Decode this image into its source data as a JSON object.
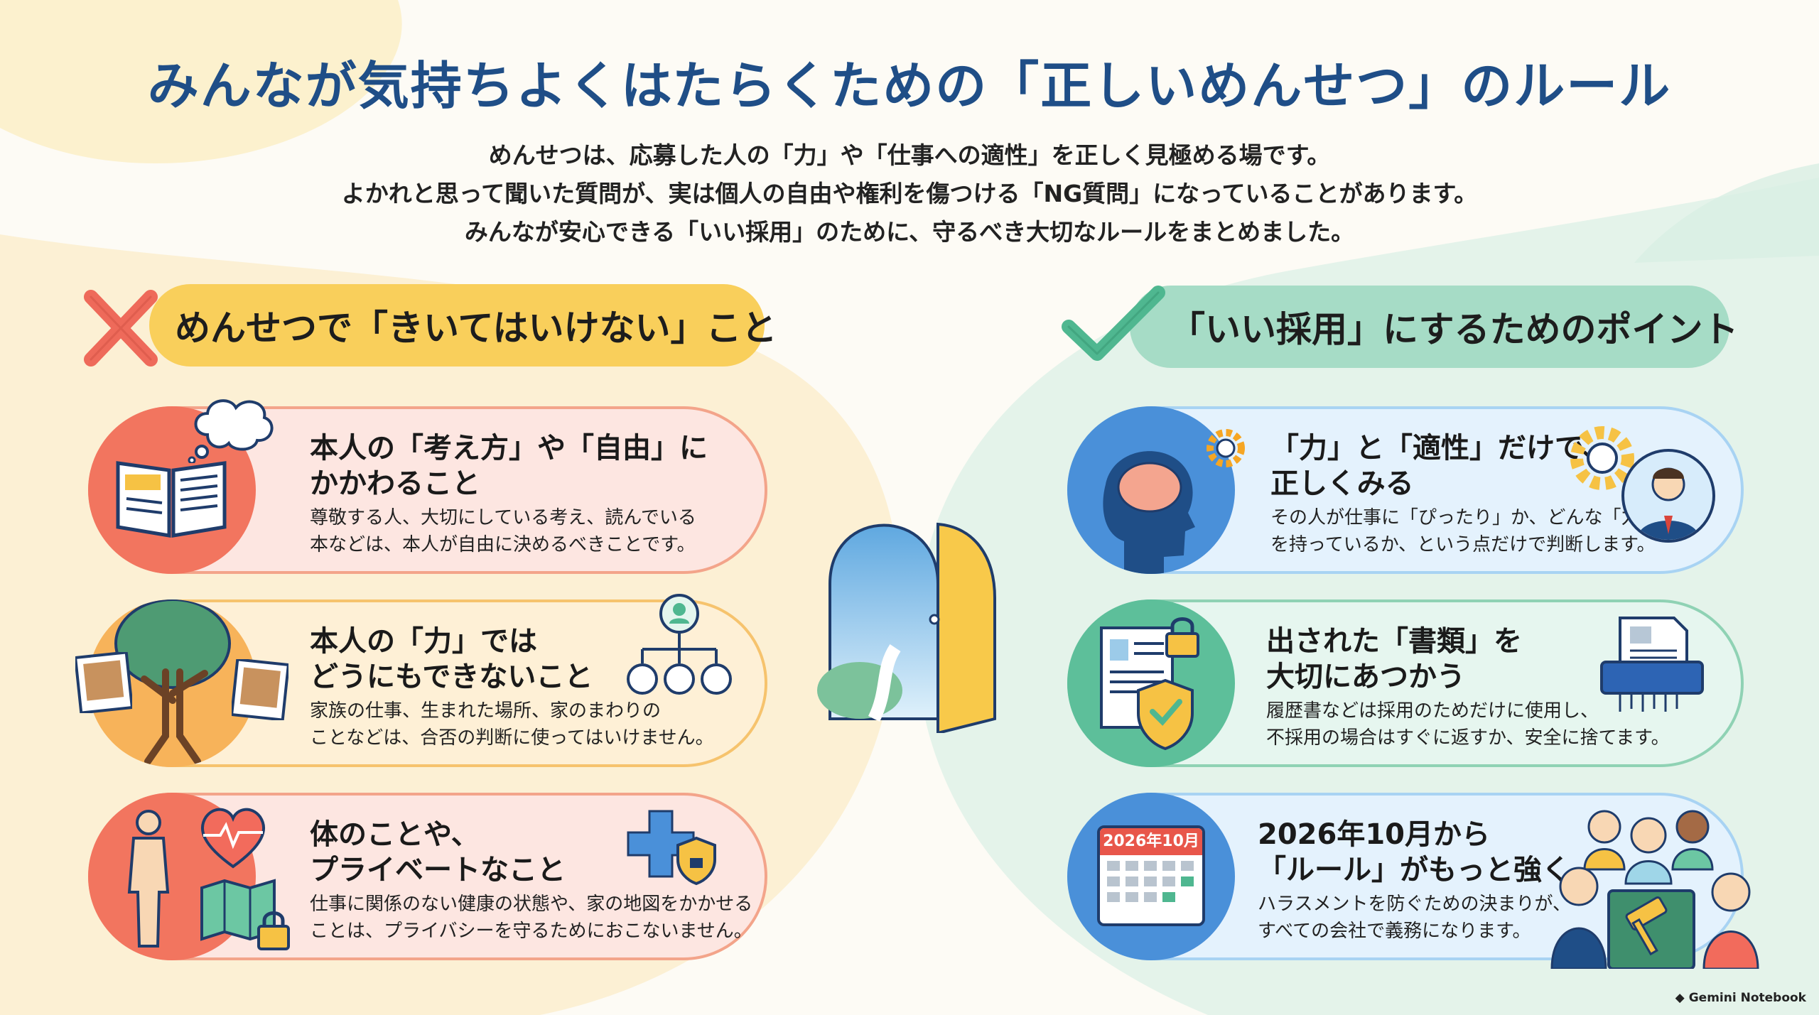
{
  "title": "みんなが気持ちよくはたらくための「正しいめんせつ」のルール",
  "intro": [
    "めんせつは、応募した人の「力」や「仕事への適性」を正しく見極める場です。",
    "よかれと思って聞いた質問が、実は個人の自由や権利を傷つける「NG質問」になっていることがあります。",
    "みんなが安心できる「いい採用」のために、守るべき大切なルールをまとめました。"
  ],
  "ng": {
    "heading": "めんせつで「きいてはいけない」こと",
    "items": [
      {
        "title1": "本人の「考え方」や「自由」に",
        "title2": "かかわること",
        "desc1": "尊敬する人、大切にしている考え、読んでいる",
        "desc2": "本などは、本人が自由に決めるべきことです。"
      },
      {
        "title1": "本人の「力」では",
        "title2": "どうにもできないこと",
        "desc1": "家族の仕事、生まれた場所、家のまわりの",
        "desc2": "ことなどは、合否の判断に使ってはいけません。"
      },
      {
        "title1": "体のことや、",
        "title2": "プライベートなこと",
        "desc1": "仕事に関係のない健康の状態や、家の地図をかかせる",
        "desc2": "ことは、プライバシーを守るためにおこないません。"
      }
    ]
  },
  "ok": {
    "heading": "「いい採用」にするためのポイント",
    "items": [
      {
        "title1": "「力」と「適性」だけで、",
        "title2": "正しくみる",
        "desc1": "その人が仕事に「ぴったり」か、どんな「力」",
        "desc2": "を持っているか、という点だけで判断します。"
      },
      {
        "title1": "出された「書類」を",
        "title2": "大切にあつかう",
        "desc1": "履歴書などは採用のためだけに使用し、",
        "desc2": "不採用の場合はすぐに返すか、安全に捨てます。"
      },
      {
        "title1": "2026年10月から",
        "title2": "「ルール」がもっと強く",
        "desc1": "ハラスメントを防ぐための決まりが、",
        "desc2": "すべての会社で義務になります。"
      }
    ],
    "calendar_label": "2026年10月"
  },
  "footer": "Gemini Notebook",
  "colors": {
    "title": "#1f4e87",
    "ng_accent": "#f9cf5b",
    "ok_accent": "#a6dcc6",
    "cross": "#ee6a5a",
    "check": "#4fb790"
  },
  "icons": [
    "cross-icon",
    "check-icon",
    "book-icon",
    "thought-bubble-icon",
    "tree-icon",
    "family-photo-icon",
    "org-chart-icon",
    "body-icon",
    "heart-icon",
    "map-icon",
    "lock-icon",
    "medical-cross-icon",
    "shield-icon",
    "brain-icon",
    "gear-icon",
    "person-icon",
    "document-icon",
    "shredder-icon",
    "calendar-icon",
    "gavel-icon",
    "door-icon"
  ]
}
